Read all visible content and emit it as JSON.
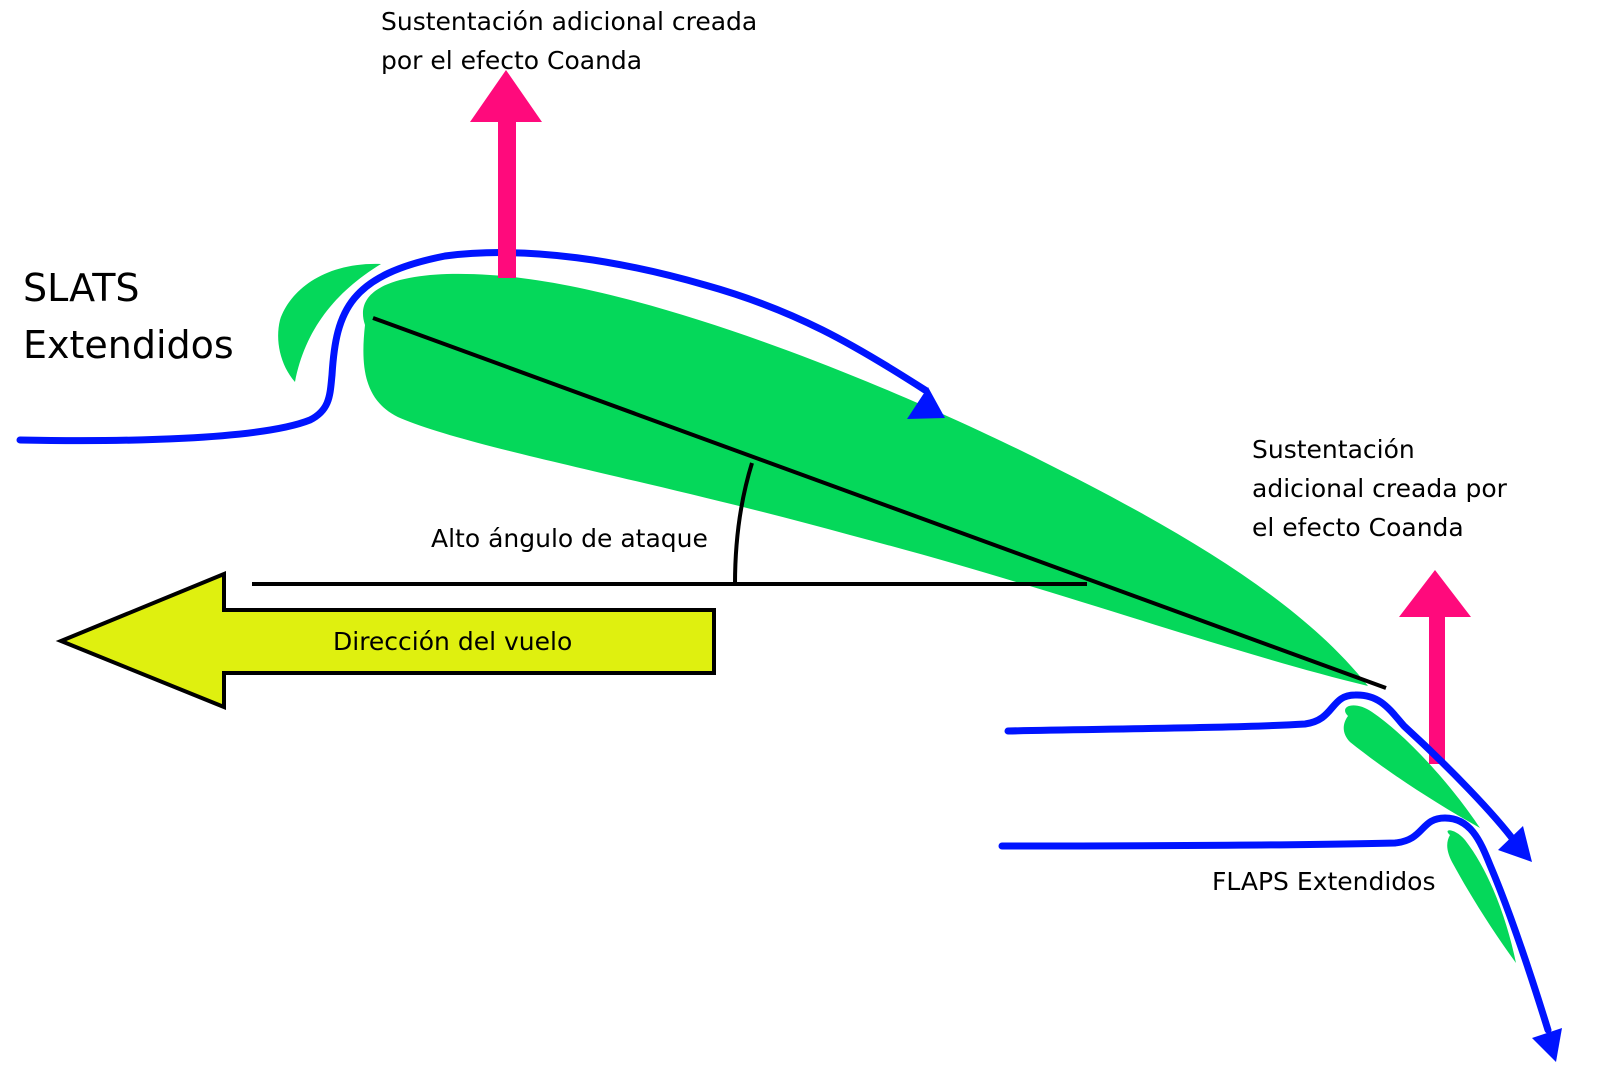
{
  "labels": {
    "lift_top": [
      "Sustentación adicional creada",
      "por el efecto Coanda"
    ],
    "lift_right": [
      "Sustentación",
      "adicional creada por",
      "el efecto Coanda"
    ],
    "slats": [
      "SLATS",
      "Extendidos"
    ],
    "angle_of_attack": "Alto ángulo de ataque",
    "flight_direction": "Dirección del vuelo",
    "flaps": "FLAPS Extendidos"
  },
  "colors": {
    "wing": "#05d85a",
    "airflow": "#0014ff",
    "lift_arrow": "#ff0a7c",
    "direction_arrow": "#dff00f",
    "outline": "#000000",
    "background": "#ffffff"
  },
  "icons": {
    "airflow_arrowhead": "triangle-arrowhead",
    "lift_arrow": "up-arrow",
    "direction_arrow": "left-arrow"
  }
}
